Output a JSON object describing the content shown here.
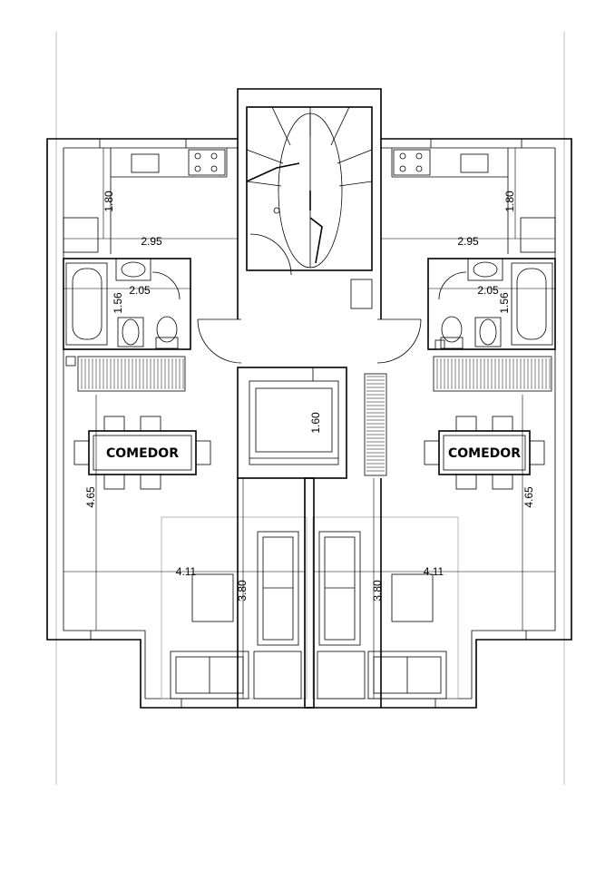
{
  "plan": {
    "dimensions_left": {
      "kitchen_height": "1.80",
      "kitchen_width": "2.95",
      "bath_width": "2.05",
      "bath_height": "1.56",
      "living_height": "4.65",
      "living_width": "4.11",
      "lounge_height": "3.80"
    },
    "dimensions_right": {
      "kitchen_height": "1.80",
      "kitchen_width": "2.95",
      "bath_width": "2.05",
      "bath_height": "1.56",
      "living_height": "4.65",
      "living_width": "4.11",
      "lounge_height": "3.80"
    },
    "elevator_dimension": "1.60",
    "rooms": {
      "dining_left": "COMEDOR",
      "dining_right": "COMEDOR"
    }
  }
}
